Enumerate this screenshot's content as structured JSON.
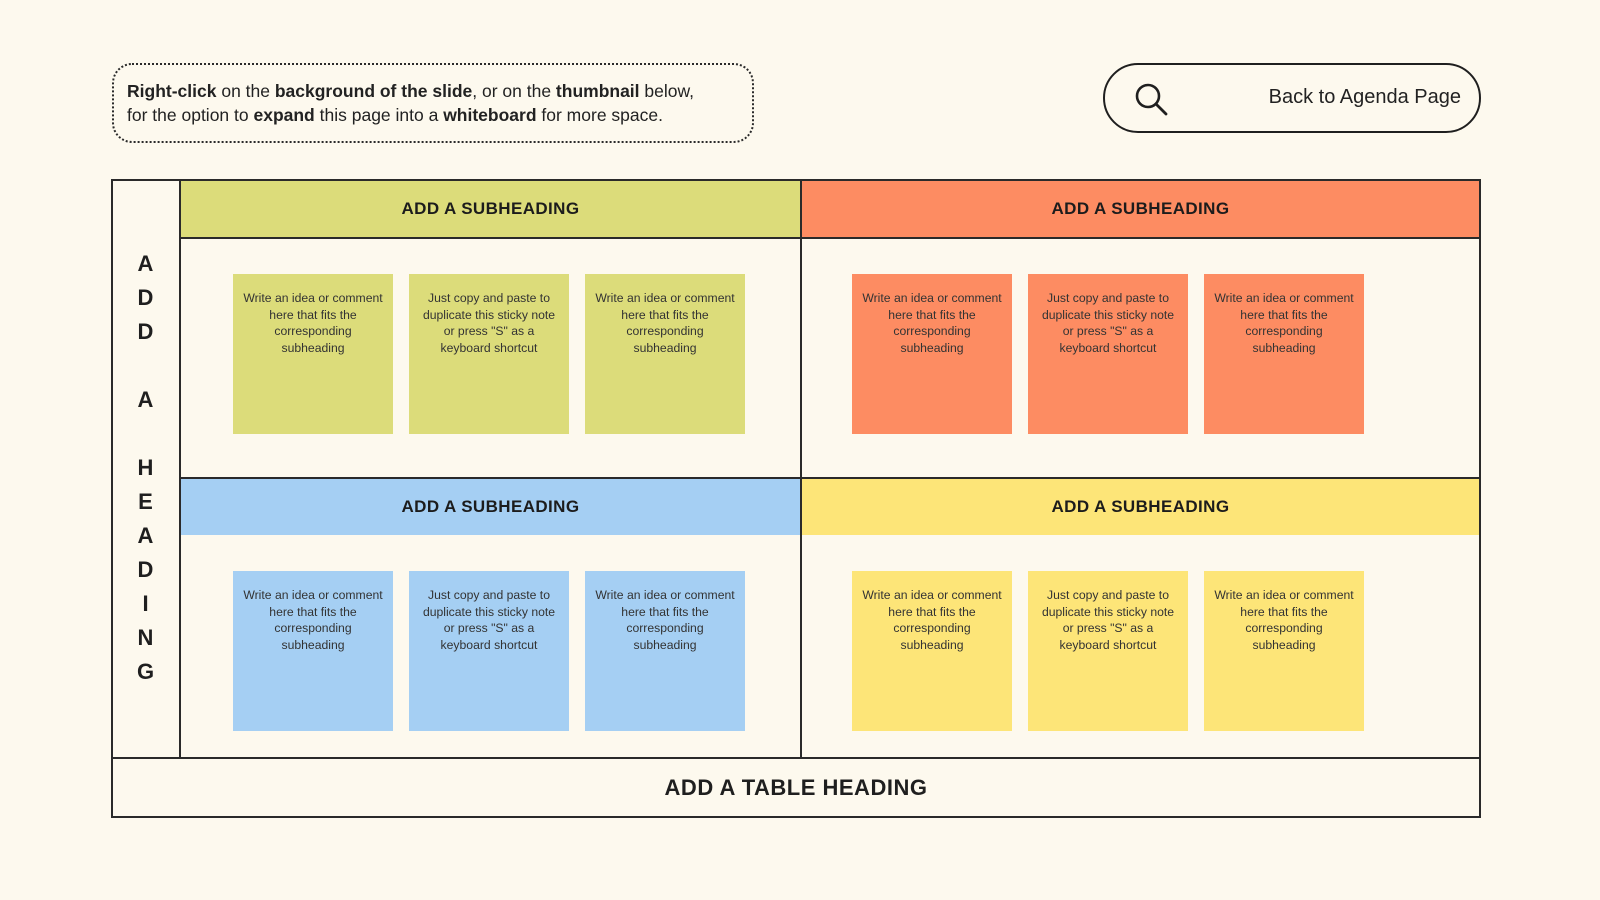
{
  "callout": {
    "line1": [
      {
        "text": "Right-click",
        "bold": true
      },
      {
        "text": " on the ",
        "bold": false
      },
      {
        "text": "background of the slide",
        "bold": true
      },
      {
        "text": ", or on the ",
        "bold": false
      },
      {
        "text": "thumbnail",
        "bold": true
      },
      {
        "text": " below,",
        "bold": false
      }
    ],
    "line2": [
      {
        "text": "for the option to ",
        "bold": false
      },
      {
        "text": "expand",
        "bold": true
      },
      {
        "text": " this page into a ",
        "bold": false
      },
      {
        "text": "whiteboard",
        "bold": true
      },
      {
        "text": " for more space.",
        "bold": false
      }
    ]
  },
  "agenda_button": {
    "label": "Back to Agenda Page",
    "icon": "search-icon"
  },
  "board": {
    "side_heading_letters": [
      "A",
      "D",
      "D",
      "",
      "A",
      "",
      "H",
      "E",
      "A",
      "D",
      "I",
      "N",
      "G"
    ],
    "table_heading": "ADD A TABLE HEADING",
    "quadrants": [
      {
        "subheading": "ADD A SUBHEADING",
        "header_color": "#dcdc7a",
        "sticky_color": "#dcdc7a",
        "notes": [
          "Write an idea or comment here that fits the corresponding subheading",
          "Just copy and paste to duplicate this sticky note or press \"S\" as a keyboard shortcut",
          "Write an idea or comment here that fits the corresponding subheading"
        ]
      },
      {
        "subheading": "ADD A SUBHEADING",
        "header_color": "#fd8c62",
        "sticky_color": "#fd8c62",
        "notes": [
          "Write an idea or comment here that fits the corresponding subheading",
          "Just copy and paste to duplicate this sticky note or press \"S\" as a keyboard shortcut",
          "Write an idea or comment here that fits the corresponding subheading"
        ]
      },
      {
        "subheading": "ADD A SUBHEADING",
        "header_color": "#a5cff3",
        "sticky_color": "#a5cff3",
        "notes": [
          "Write an idea or comment here that fits the corresponding subheading",
          "Just copy and paste to duplicate this sticky note or press \"S\" as a keyboard shortcut",
          "Write an idea or comment here that fits the corresponding subheading"
        ]
      },
      {
        "subheading": "ADD A SUBHEADING",
        "header_color": "#fde578",
        "sticky_color": "#fde578",
        "notes": [
          "Write an idea or comment here that fits the corresponding subheading",
          "Just copy and paste to duplicate this sticky note or press \"S\" as a keyboard shortcut",
          "Write an idea or comment here that fits the corresponding subheading"
        ]
      }
    ]
  }
}
